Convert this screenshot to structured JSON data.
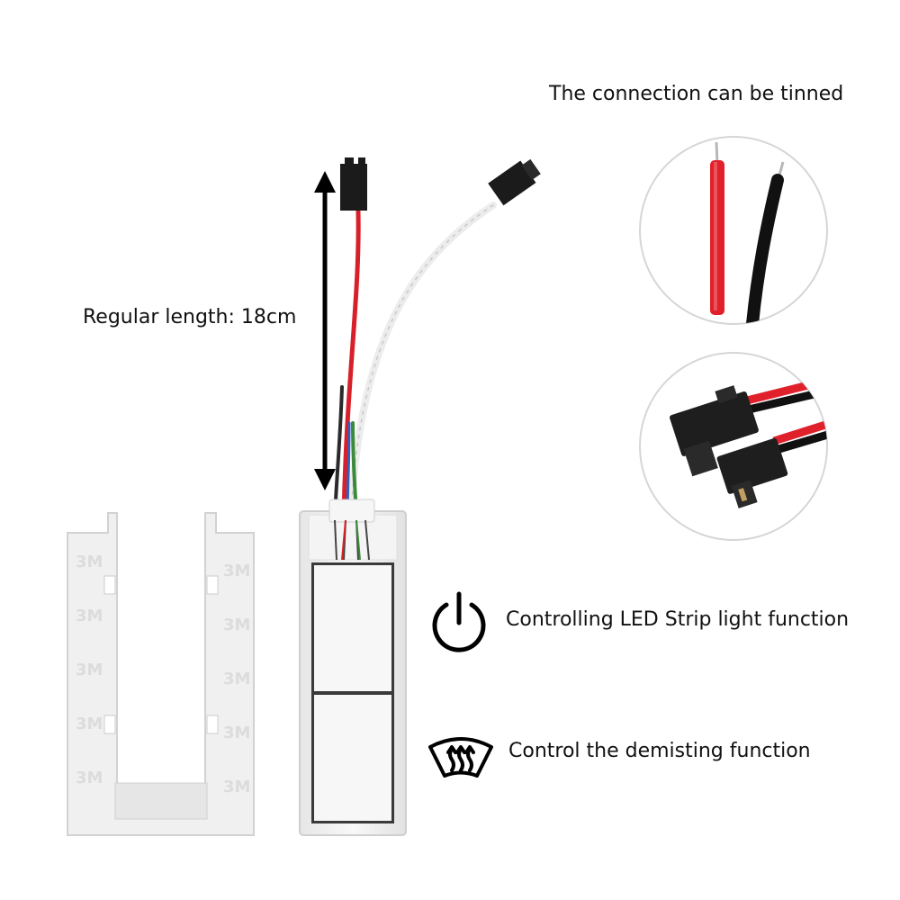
{
  "annotations": {
    "tinned_label": "The connection can be tinned",
    "length_label": "Regular length: 18cm",
    "led_function_label": "Controlling LED Strip light function",
    "demist_function_label": "Control the demisting function"
  },
  "icons": {
    "power": "power-icon",
    "demist": "windshield-defrost-icon",
    "length_arrow": "double-arrow-icon"
  },
  "colors": {
    "background": "#ffffff",
    "text": "#111111",
    "wire_red": "#e0202a",
    "wire_black": "#111111",
    "wire_white": "#eeeeee",
    "plastic": "#f2f2f2",
    "connector": "#1b1b1b"
  }
}
